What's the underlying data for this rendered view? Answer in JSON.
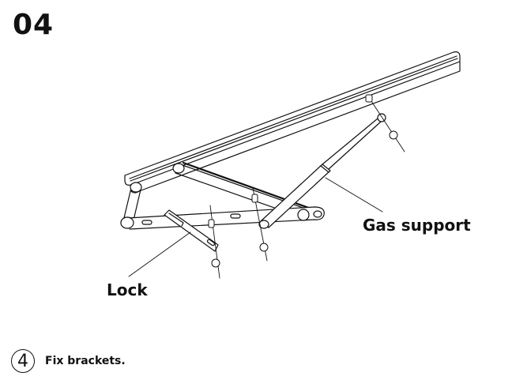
{
  "page": {
    "step_number": "04",
    "labels": {
      "gas_support": "Gas support",
      "lock": "Lock"
    },
    "instruction": {
      "index": "4",
      "text": "Fix brackets."
    },
    "colors": {
      "ink": "#111111",
      "background": "#ffffff"
    }
  }
}
